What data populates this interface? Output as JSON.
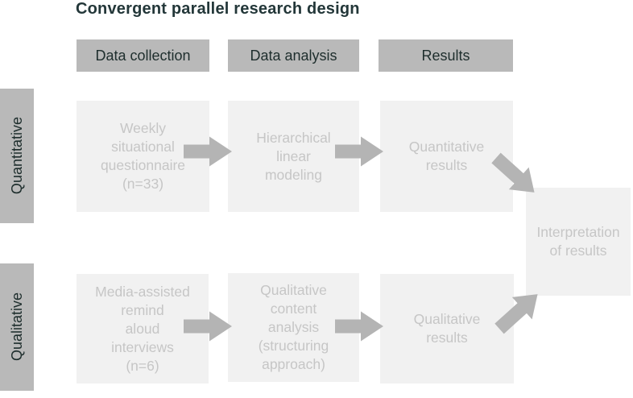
{
  "title": "Convergent parallel research design",
  "column_headers": [
    {
      "label": "Data collection"
    },
    {
      "label": "Data analysis"
    },
    {
      "label": "Results"
    }
  ],
  "row_labels": [
    {
      "label": "Quantitative"
    },
    {
      "label": "Qualitative"
    }
  ],
  "flow": {
    "quantitative": {
      "data_collection": "Weekly\nsituational\nquestionnaire\n(n=33)",
      "data_analysis": "Hierarchical\nlinear\nmodeling",
      "results": "Quantitative\nresults"
    },
    "qualitative": {
      "data_collection": "Media-assisted\nremind\naloud\ninterviews\n(n=6)",
      "data_analysis": "Qualitative\ncontent\nanalysis\n(structuring\napproach)",
      "results": "Qualitative\nresults"
    },
    "integration": "Interpretation\nof results"
  },
  "colors": {
    "header_bg": "#b9b9b9",
    "header_text": "#1e2e2d",
    "title_text": "#233739",
    "flow_box_bg": "#f1f1f1",
    "flow_box_text": "#c6c6c6",
    "arrow": "#b4b4b4",
    "background": "#ffffff"
  }
}
